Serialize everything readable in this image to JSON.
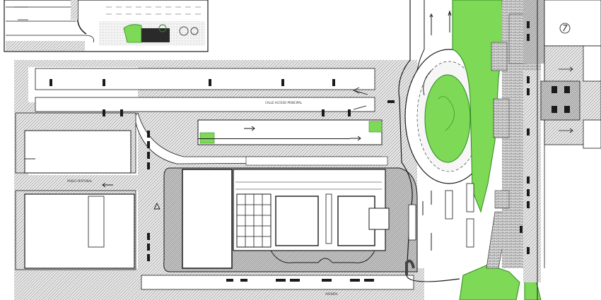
{
  "plan": {
    "marker_number": "7",
    "road_label_top": "CALLE ACCESO PRINCIPAL",
    "road_label_left": "PASEO PEATONAL",
    "road_label_bottom": "AVENIDA"
  },
  "colors": {
    "green": "#7ed957",
    "green_dark": "#2d8a1e",
    "hatch": "#6b6b6b",
    "line": "#1a1a1a",
    "building_fill": "#ffffff"
  }
}
